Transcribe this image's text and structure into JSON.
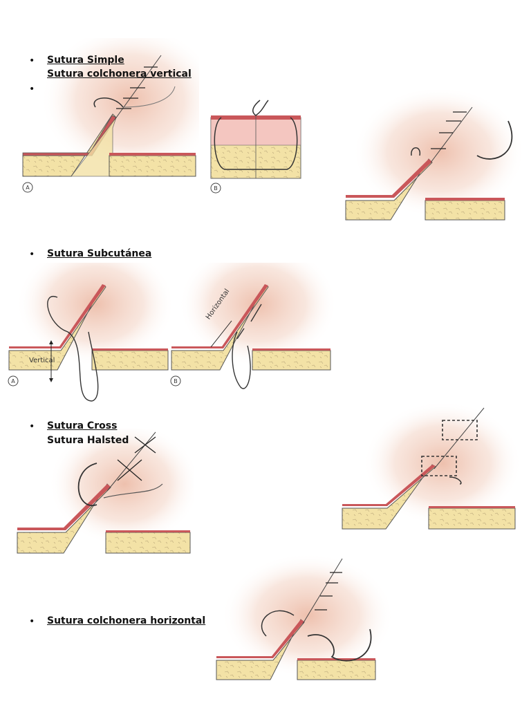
{
  "items": [
    {
      "bullet": "•",
      "labels": [
        "Sutura Simple",
        "Sutura colchonera vertical"
      ]
    },
    {
      "bullet": "•",
      "labels": []
    },
    {
      "bullet": "•",
      "labels": [
        "Sutura Subcutánea"
      ]
    },
    {
      "bullet": "•",
      "labels": [
        "Sutura Cross",
        "Sutura Halsted"
      ]
    },
    {
      "bullet": "•",
      "labels": [
        "Sutura colchonera horizontal"
      ]
    }
  ],
  "figure_badges": {
    "a1": "A",
    "b1": "B",
    "a2": "A",
    "b2": "B"
  },
  "figure_notes": {
    "vertical": "Vertical",
    "horizontal": "Horizontal"
  },
  "colors": {
    "skin": "#c9575a",
    "fat": "#f3e2a6",
    "glow": "#f1c9b6"
  }
}
